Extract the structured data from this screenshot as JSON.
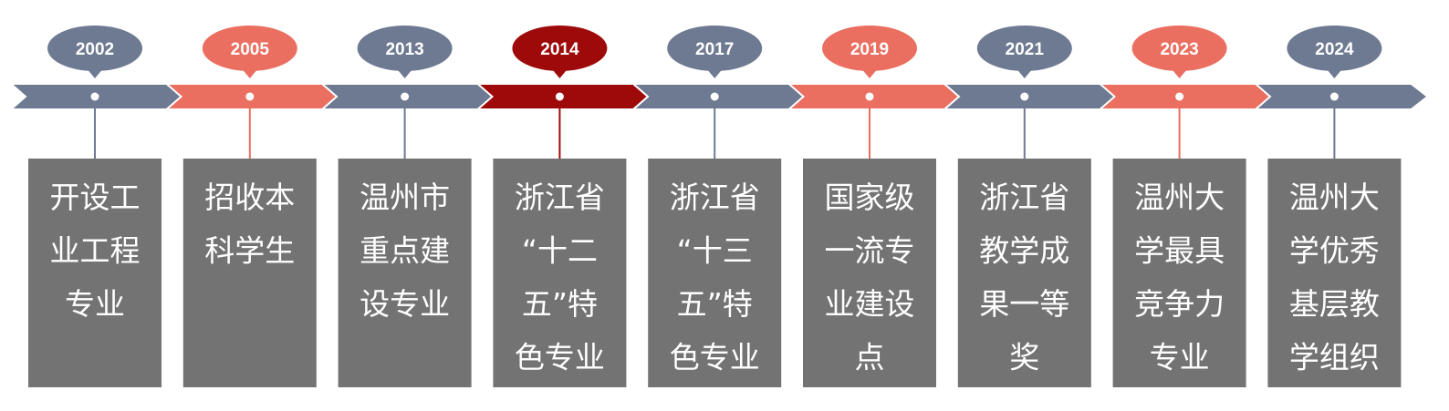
{
  "colors": {
    "slate": "#6e7a92",
    "coral": "#ea6f60",
    "crimson": "#9e0a0a",
    "box": "#737373",
    "text": "#ffffff",
    "arrow_outline": "#ffffff"
  },
  "milestones": [
    {
      "year": "2002",
      "color": "slate",
      "lines": [
        "开设工",
        "业工程",
        "专业"
      ]
    },
    {
      "year": "2005",
      "color": "coral",
      "lines": [
        "招收本",
        "科学生"
      ]
    },
    {
      "year": "2013",
      "color": "slate",
      "lines": [
        "温州市",
        "重点建",
        "设专业"
      ]
    },
    {
      "year": "2014",
      "color": "crimson",
      "lines": [
        "浙江省",
        "“十二",
        "五”特",
        "色专业"
      ]
    },
    {
      "year": "2017",
      "color": "slate",
      "lines": [
        "浙江省",
        "“十三",
        "五”特",
        "色专业"
      ]
    },
    {
      "year": "2019",
      "color": "coral",
      "lines": [
        "国家级",
        "一流专",
        "业建设",
        "点"
      ]
    },
    {
      "year": "2021",
      "color": "slate",
      "lines": [
        "浙江省",
        "教学成",
        "果一等",
        "奖"
      ]
    },
    {
      "year": "2023",
      "color": "coral",
      "lines": [
        "温州大",
        "学最具",
        "竞争力",
        "专业"
      ]
    },
    {
      "year": "2024",
      "color": "slate",
      "lines": [
        "温州大",
        "学优秀",
        "基层教",
        "学组织"
      ]
    }
  ]
}
